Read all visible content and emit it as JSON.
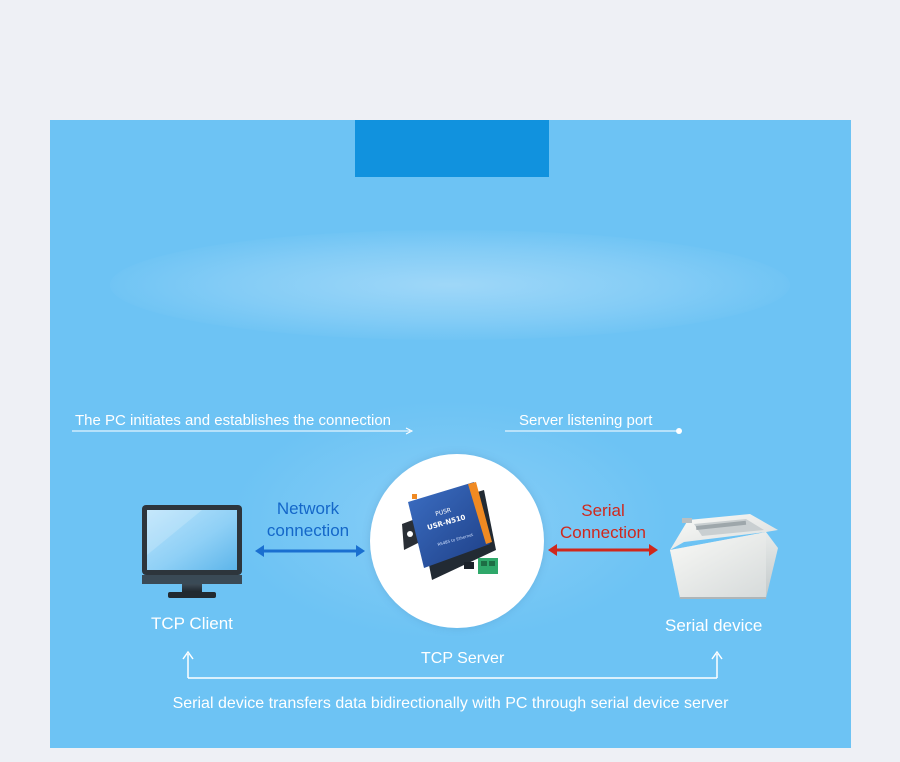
{
  "notes": {
    "left_note": "The PC initiates and establishes the connection",
    "right_note": "Server listening port"
  },
  "links": {
    "network_line1": "Network",
    "network_line2": "connection",
    "serial_line1": "Serial",
    "serial_line2": "Connection"
  },
  "nodes": {
    "tcp_client": "TCP Client",
    "serial_device": "Serial device",
    "tcp_server": "TCP Server"
  },
  "device": {
    "brand": "PUSR",
    "model": "USR-N510",
    "subtitle": "RS485 to Ethernet"
  },
  "caption": "Serial device transfers data bidirectionally with PC through serial device server",
  "colors": {
    "panel": "#6dc3f4",
    "tab": "#1192de",
    "network_arrow": "#1a6fd0",
    "serial_arrow": "#d0281c",
    "text": "#ffffff"
  }
}
